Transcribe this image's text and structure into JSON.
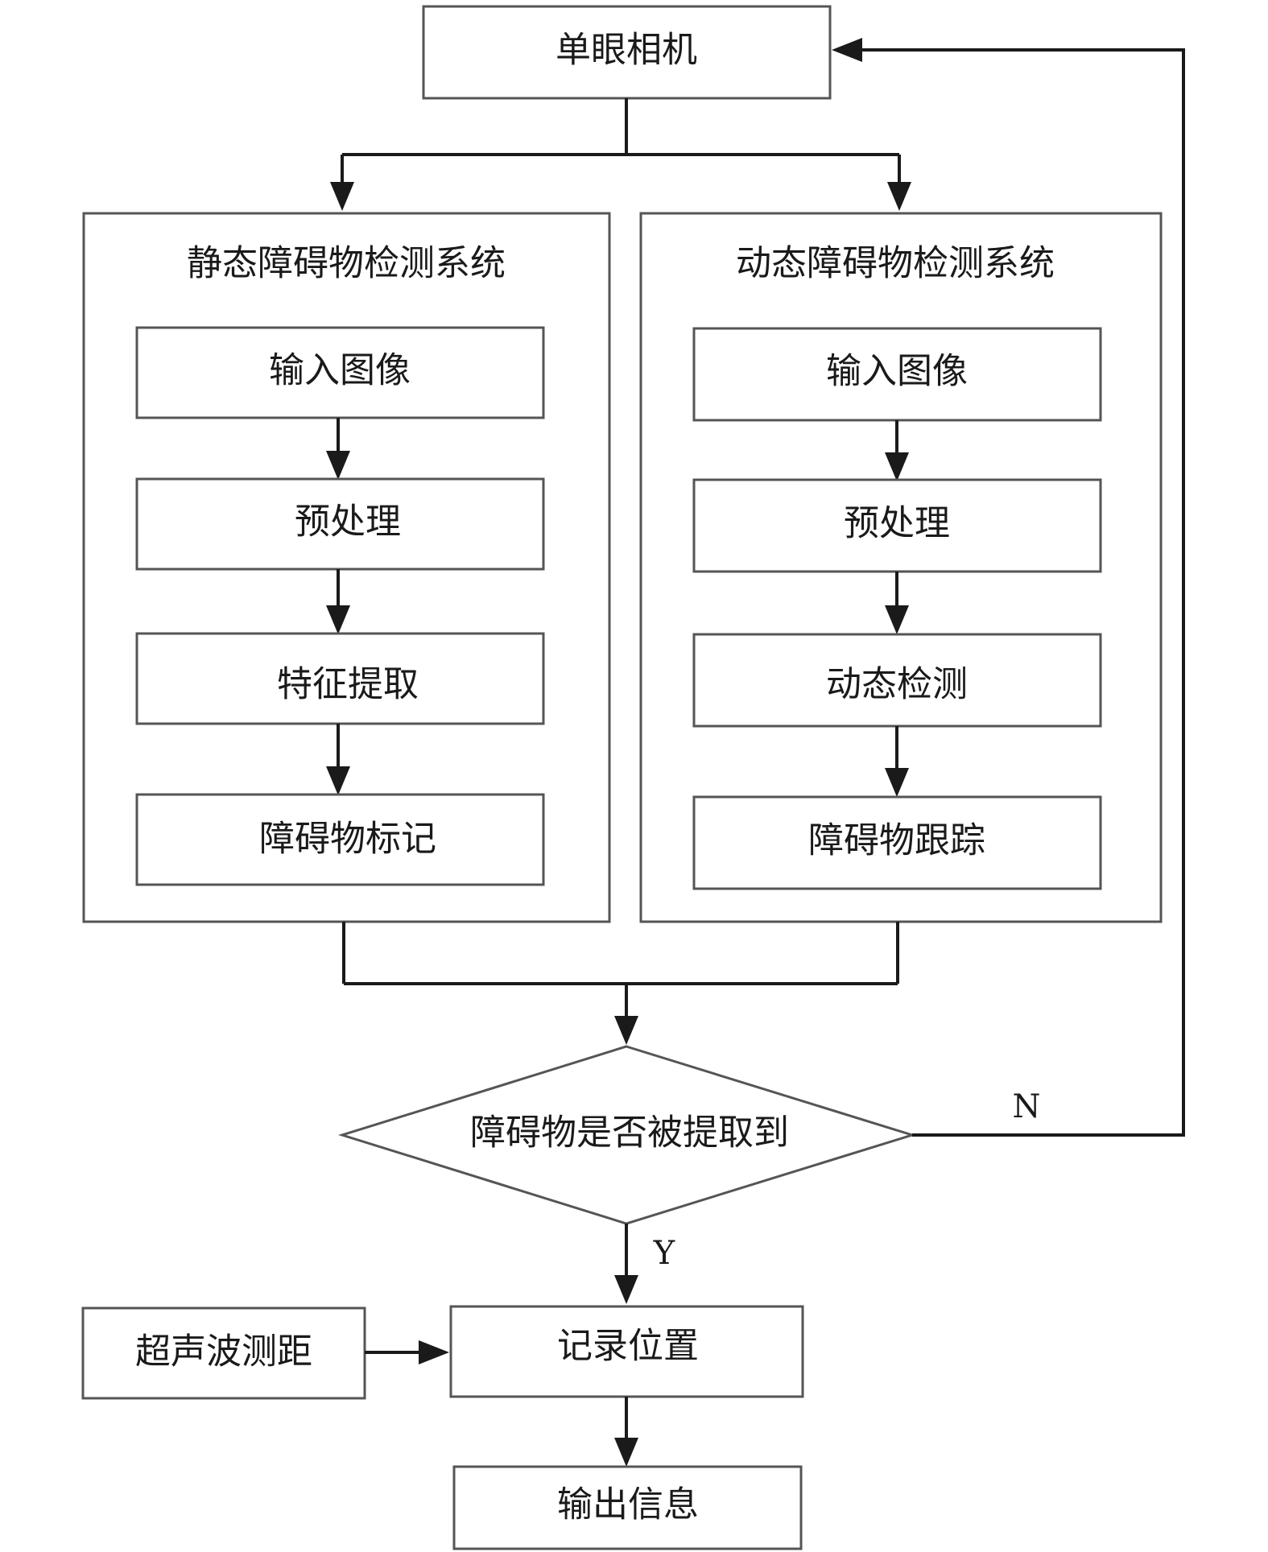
{
  "camera": "单眼相机",
  "static_system": {
    "title": "静态障碍物检测系统",
    "steps": [
      "输入图像",
      "预处理",
      "特征提取",
      "障碍物标记"
    ]
  },
  "dynamic_system": {
    "title": "动态障碍物检测系统",
    "steps": [
      "输入图像",
      "预处理",
      "动态检测",
      "障碍物跟踪"
    ]
  },
  "decision": "障碍物是否被提取到",
  "branch_no": "N",
  "branch_yes": "Y",
  "ultrasonic": "超声波测距",
  "record": "记录位置",
  "output": "输出信息"
}
